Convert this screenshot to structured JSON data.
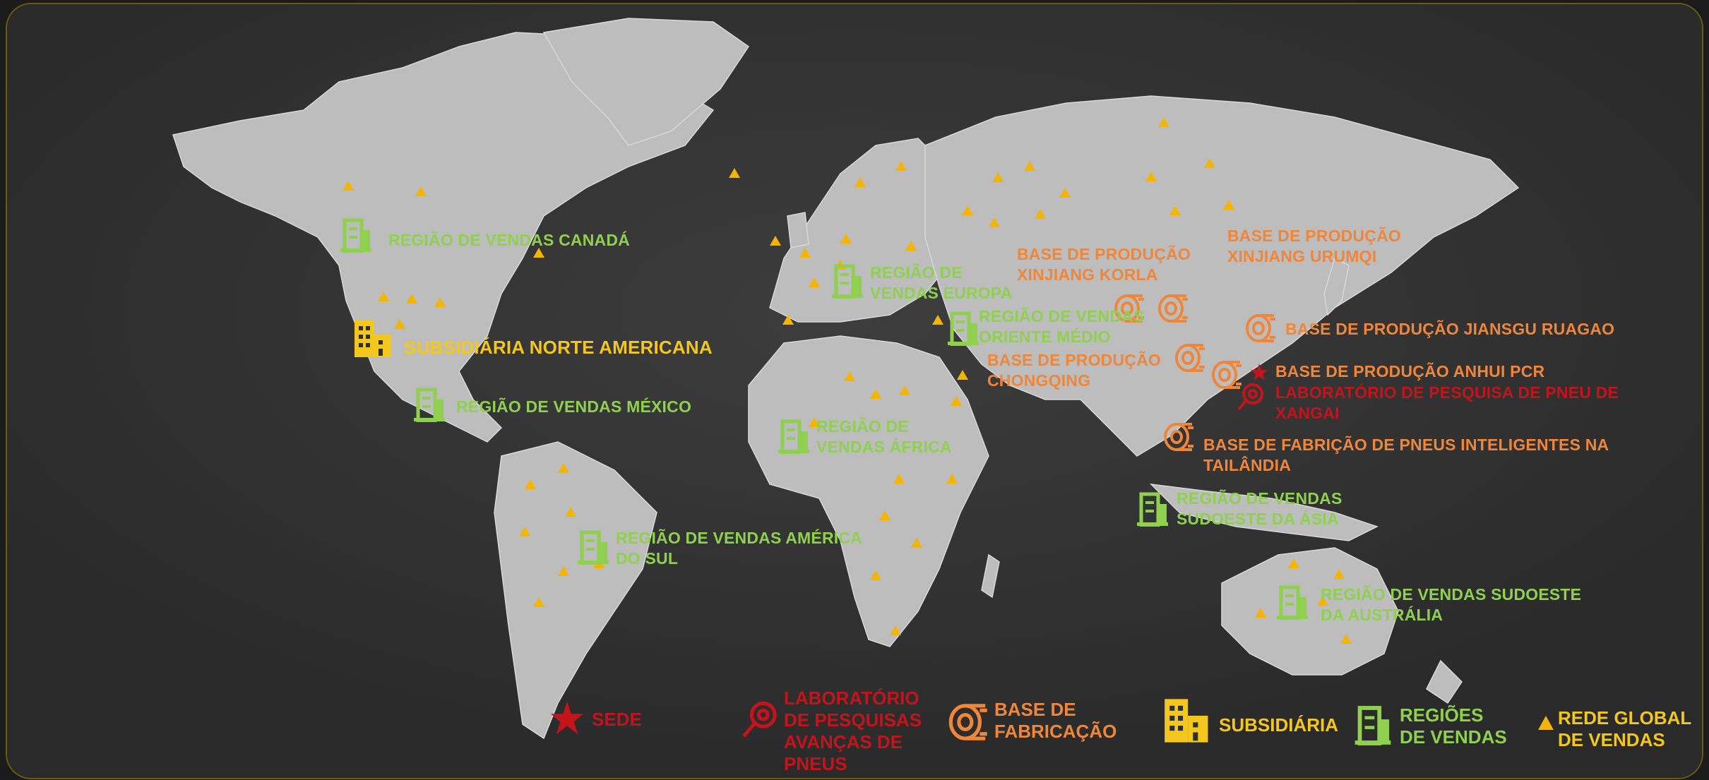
{
  "colors": {
    "land": "#bdbdbd",
    "ocean": "#2f2f2f",
    "sales": "#8fd14f",
    "production": "#f0863a",
    "research": "#c3141b",
    "subsidiary": "#f4c71f",
    "network": "#f4b400"
  },
  "labels": {
    "canada": "REGIÃO DE VENDAS CANADÁ",
    "north_america_sub": "SUBSIDIÁRIA NORTE AMERICANA",
    "mexico": "REGIÃO DE VENDAS MÉXICO",
    "south_america": "REGIÃO DE VENDAS AMÉRICA DO SUL",
    "europe": "REGIÃO DE VENDAS EUROPA",
    "africa": "REGIÃO DE VENDAS ÁFRICA",
    "middle_east": "REGIÃO DE VENDAS ORIENTE MÉDIO",
    "korla": "BASE DE PRODUÇÃO XINJIANG KORLA",
    "urumqi": "BASE DE PRODUÇÃO XINJIANG URUMQI",
    "chongqing": "BASE DE PRODUÇÃO CHONGQING",
    "jiangsu": "BASE DE PRODUÇÃO JIANSGU RUAGAO",
    "anhui": "BASE DE PRODUÇÃO ANHUI PCR",
    "shanghai_lab": "LABORATÓRIO DE PESQUISA DE PNEU DE XANGAI",
    "thailand": "BASE DE FABRIÇÃO DE PNEUS INTELIGENTES NA TAILÂNDIA",
    "se_asia": "REGIÃO DE VENDAS SUDOESTE DA ÁSIA",
    "australia": "REGIÃO DE VENDAS SUDOESTE DA AUSTRÁLIA"
  },
  "legend": {
    "hq": "SEDE",
    "lab": "LABORATÓRIO DE PESQUISAS AVANÇAS DE PNEUS",
    "factory": "BASE DE FABRICAÇÃO",
    "subsidiary": "SUBSIDIÁRIA",
    "sales": "REGIÕES DE VENDAS",
    "network": "REDE GLOBAL DE VENDAS"
  },
  "icons": {
    "sales": "sales-building-icon",
    "subsidiary": "subsidiary-building-icon",
    "factory": "tire-icon",
    "lab": "magnifier-tire-icon",
    "hq": "star-icon",
    "network": "triangle-icon"
  }
}
